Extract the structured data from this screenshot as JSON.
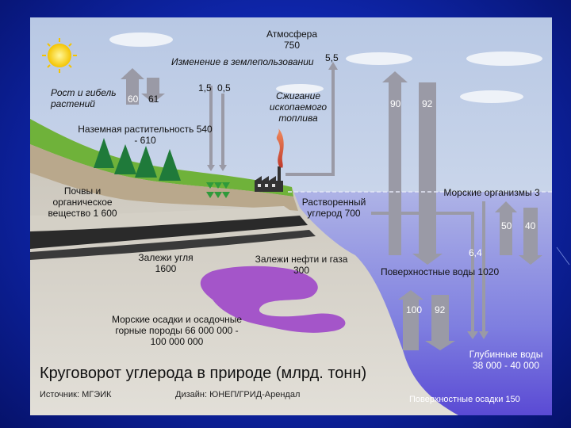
{
  "diagram": {
    "atmosphere": {
      "label": "Атмосфера",
      "value": "750"
    },
    "land_use": {
      "label": "Изменение в землепользовании",
      "value_left": "1,5",
      "value_right": "0,5"
    },
    "fossil_fuel": {
      "label": "Сжигание ископаемого топлива",
      "value": "5,5"
    },
    "plants_exchange": {
      "label": "Рост и гибель растений",
      "value_up": "60",
      "value_down": "61"
    },
    "vegetation": {
      "label": "Наземная растительность 540 - 610"
    },
    "ocean_exchange": {
      "value_up": "90",
      "value_down": "92"
    },
    "soils": {
      "label": "Почвы и органическое вещество 1 600"
    },
    "dissolved_carbon": {
      "label": "Растворенный углерод 700"
    },
    "marine_organisms": {
      "label": "Морские организмы 3",
      "value_left": "50",
      "value_right": "40"
    },
    "coal": {
      "label": "Залежи угля 1600"
    },
    "oil_gas": {
      "label": "Залежи нефти и газа 300"
    },
    "surface_water": {
      "label": "Поверхностные воды 1020",
      "value_deep_flux": "6,4"
    },
    "deep_exchange": {
      "value_up": "100",
      "value_down": "92"
    },
    "marine_sediments": {
      "label": "Морские осадки и осадочные горные породы 66 000 000 - 100 000 000"
    },
    "deep_water": {
      "label": "Глубинные воды 38 000 - 40 000"
    },
    "surface_sediments": {
      "label": "Поверхностные осадки 150"
    }
  },
  "footer": {
    "caption": "Круговорот углерода в природе (млрд. тонн)",
    "source": "Источник: МГЭИК",
    "design": "Дизайн: ЮНЕП/ГРИД-Арендал"
  },
  "colors": {
    "background": "#0e25a8",
    "sky": "#c9d6ea",
    "ocean": "#8f8fe6",
    "arrow": "#9a9aa6",
    "oil": "#a455c9",
    "grass": "#6fb23a"
  }
}
